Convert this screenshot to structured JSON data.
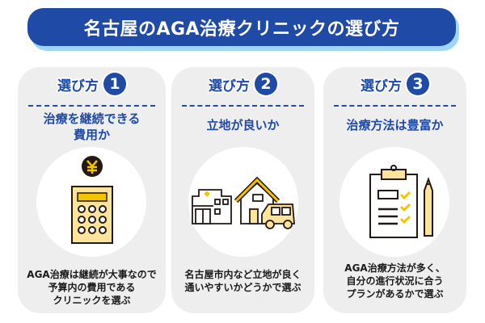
{
  "title": "名古屋のAGA治療クリニックの選び方",
  "colors": {
    "primary": "#1f4aa6",
    "banner_shadow": "#9fd6f5",
    "card_bg": "#eeeeee",
    "accent_yellow": "#f5c400",
    "icon_fill": "#fde49a"
  },
  "cards": [
    {
      "label": "選び方",
      "number": "1",
      "subtitle_line1": "治療を継続できる",
      "subtitle_line2": "費用か",
      "icon": "calculator-yen-icon",
      "desc_line1": "AGA治療は継続が大事なので",
      "desc_line2": "予算内の費用である",
      "desc_line3": "クリニックを選ぶ"
    },
    {
      "label": "選び方",
      "number": "2",
      "subtitle_line1": "立地が良いか",
      "subtitle_line2": "",
      "icon": "hospital-house-car-icon",
      "desc_line1": "名古屋市内など立地が良く",
      "desc_line2": "通いやすいかどうかで選ぶ",
      "desc_line3": ""
    },
    {
      "label": "選び方",
      "number": "3",
      "subtitle_line1": "治療方法は豊富か",
      "subtitle_line2": "",
      "icon": "clipboard-checklist-icon",
      "desc_line1": "AGA治療方法が多く、",
      "desc_line2": "自分の進行状況に合う",
      "desc_line3": "プランがあるかで選ぶ"
    }
  ]
}
